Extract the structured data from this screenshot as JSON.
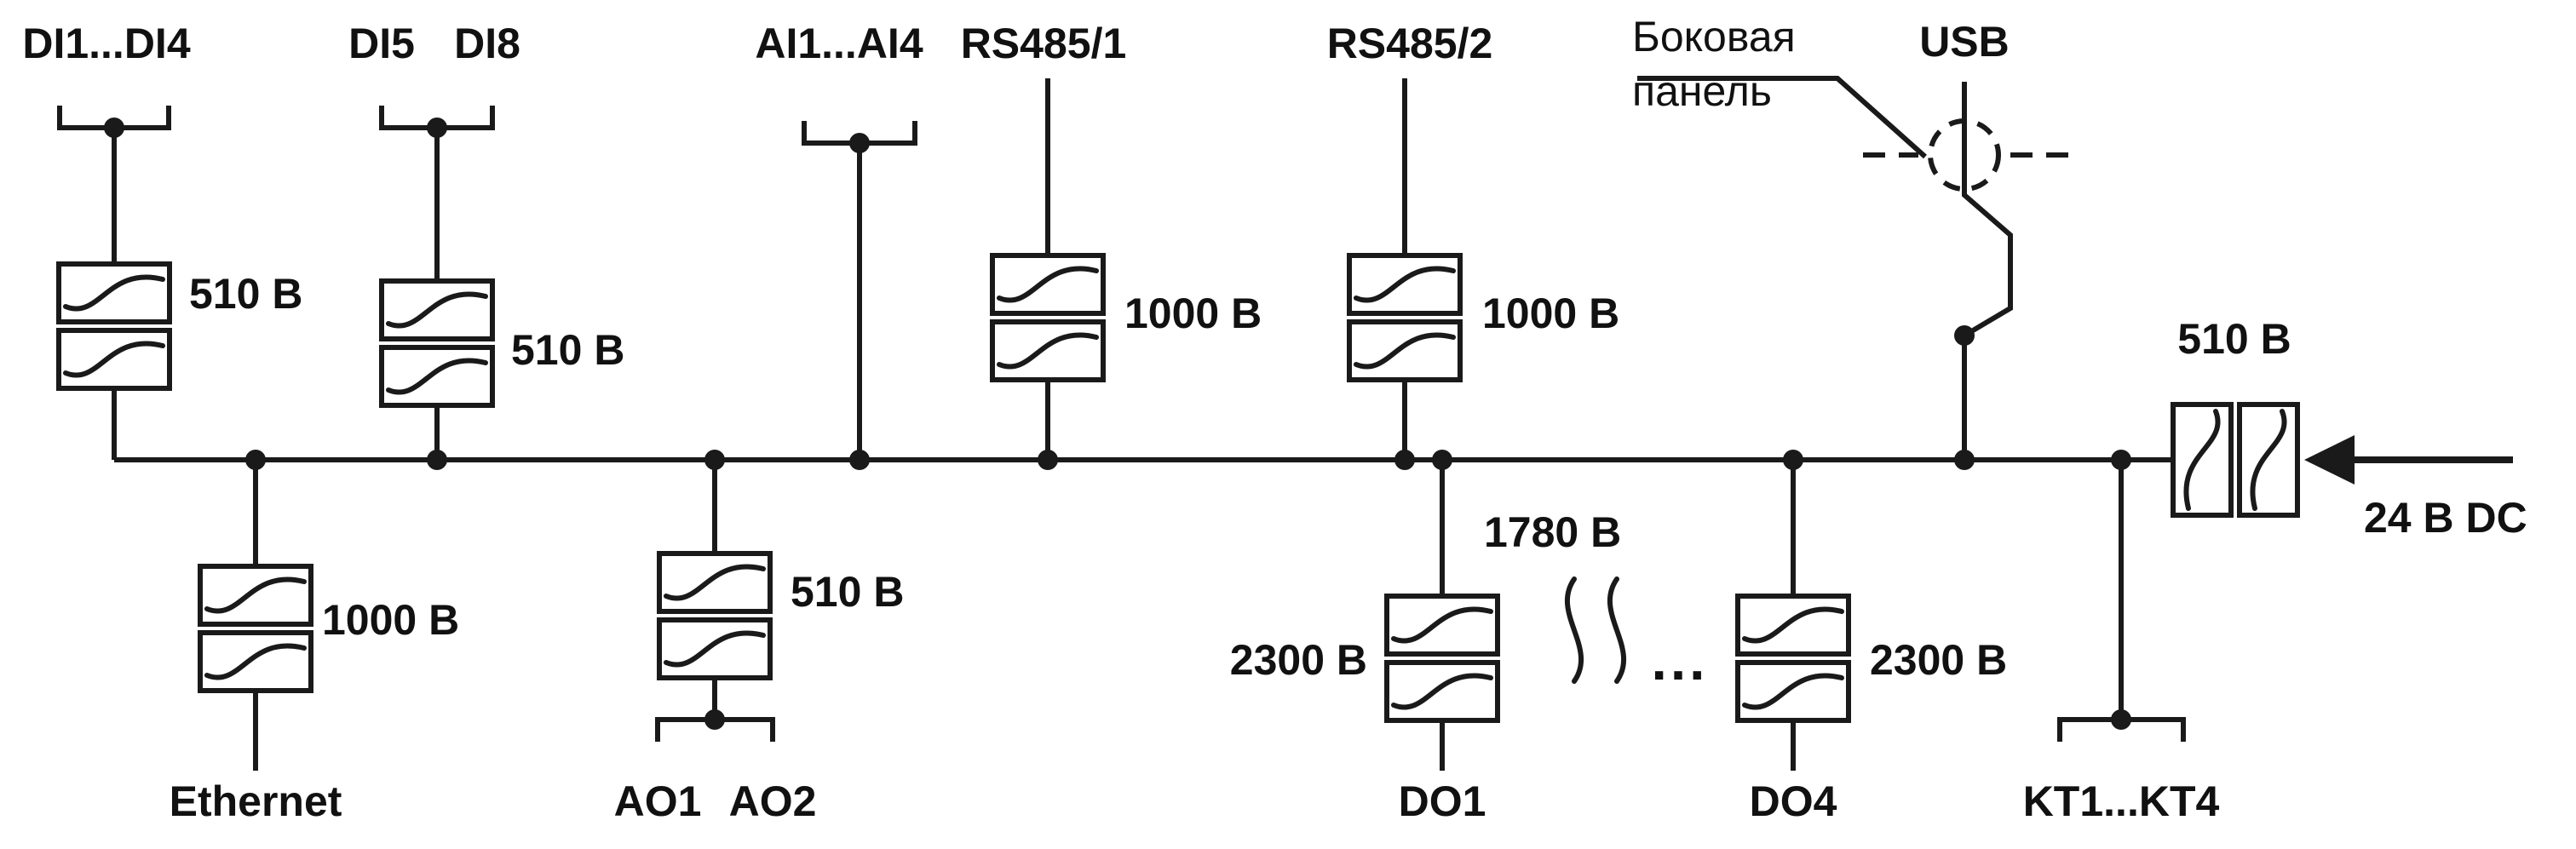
{
  "diagram": {
    "type": "galvanic-isolation-schematic",
    "labels": {
      "di14": "DI1...DI4",
      "di5": "DI5",
      "di8": "DI8",
      "ai14": "AI1...AI4",
      "rs485_1": "RS485/1",
      "rs485_2": "RS485/2",
      "side_panel_1": "Боковая",
      "side_panel_2": "панель",
      "usb": "USB",
      "ethernet": "Ethernet",
      "ao1": "AO1",
      "ao2": "AO2",
      "do1": "DO1",
      "do4": "DO4",
      "kt14": "KT1...KT4",
      "power": "24 В DC",
      "ellipsis": "..."
    },
    "isolation": {
      "di14": "510 В",
      "di58": "510 В",
      "ethernet": "1000 В",
      "ao": "510 В",
      "rs485_1": "1000 В",
      "rs485_2": "1000 В",
      "do1": "2300 В",
      "do4": "2300 В",
      "do_between": "1780 В",
      "power": "510 В"
    },
    "colors": {
      "line": "#1a1a1a",
      "background": "#ffffff"
    }
  }
}
